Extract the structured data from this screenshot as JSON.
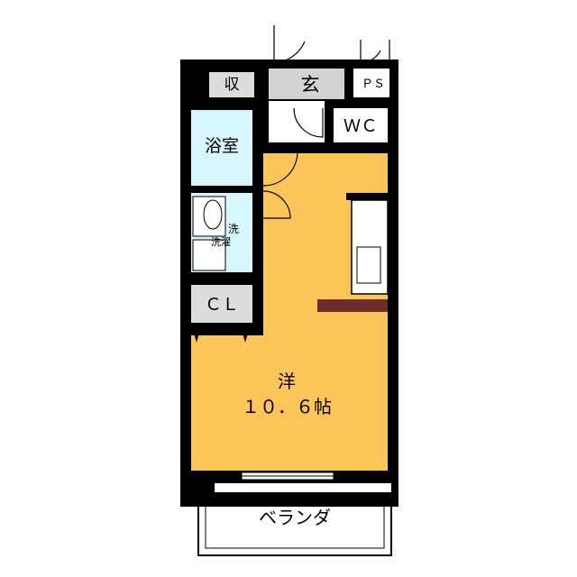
{
  "rooms": {
    "storage": "収",
    "entrance": "玄",
    "ps": "ＰＳ",
    "wc": "ＷＣ",
    "bath": "浴室",
    "washroom": "洗",
    "washer": "洗濯",
    "closet": "ＣＬ",
    "western": "洋",
    "size": "１０．６帖",
    "veranda": "ベランダ"
  },
  "colors": {
    "western_room": "#FCC55A",
    "wet_area": "#D8F6FE",
    "entrance": "#D3D3D3",
    "closet": "#DCDCDC",
    "counter": "#6E2C2A",
    "wall": "#000000"
  }
}
